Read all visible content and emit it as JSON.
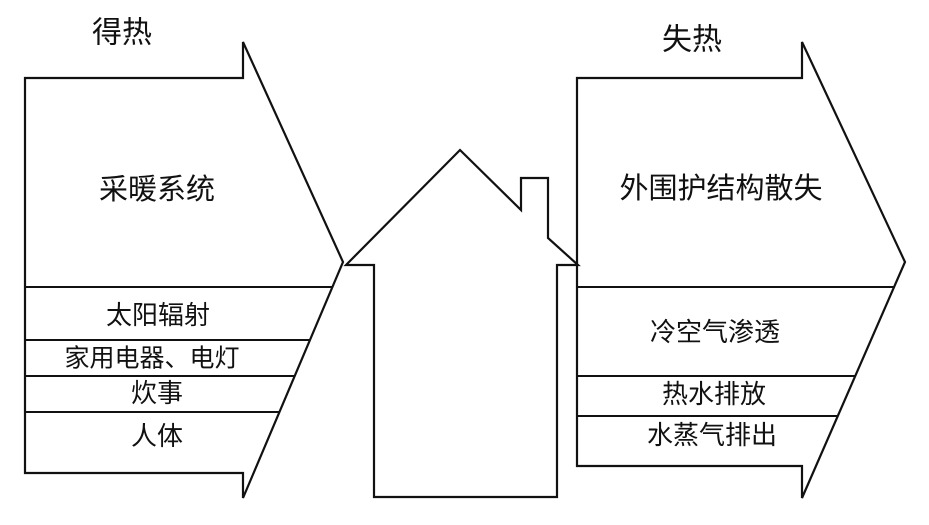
{
  "heat_gain": {
    "title": "得热",
    "main": "采暖系统",
    "items": [
      "太阳辐射",
      "家用电器、电灯",
      "炊事",
      "人体"
    ]
  },
  "heat_loss": {
    "title": "失热",
    "main": "外围护结构散失",
    "items": [
      "冷空气渗透",
      "热水排放",
      "水蒸气排出"
    ]
  }
}
